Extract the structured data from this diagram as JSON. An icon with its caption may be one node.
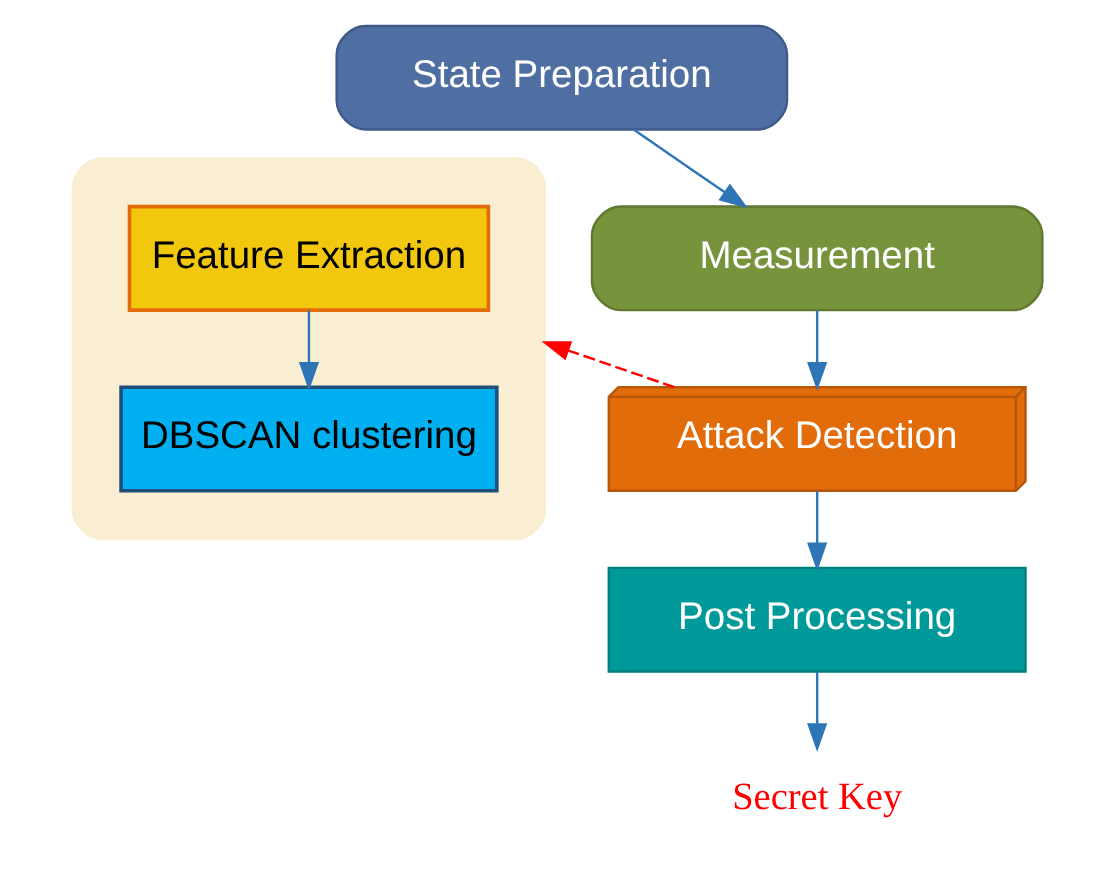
{
  "diagram": {
    "nodes": [
      {
        "text": [
          "State Preparation"
        ]
      },
      {
        "text": [
          "Measurement"
        ]
      },
      {
        "text": [
          "Attack Detection"
        ]
      },
      {
        "text": [
          "Post Processing"
        ]
      },
      {
        "text": [
          "Secret Key"
        ]
      },
      {
        "text": [],
        "shape": "box"
      },
      {
        "text": [
          "Feature Extraction"
        ],
        "in": 5
      },
      {
        "text": [
          "DBSCAN clustering"
        ],
        "in": 5
      }
    ],
    "edges": [
      {
        "from": 0,
        "to": 1,
        "arrow": "to"
      },
      {
        "from": 1,
        "to": 2,
        "arrow": "to"
      },
      {
        "from": 2,
        "to": 3,
        "arrow": "to"
      },
      {
        "from": 3,
        "to": 4,
        "arrow": "to"
      },
      {
        "from": 2,
        "to": 5,
        "arrow": "to",
        "style": "dashed",
        "color": "#ff0000"
      },
      {
        "from": 6,
        "to": 7,
        "arrow": "to"
      }
    ]
  }
}
